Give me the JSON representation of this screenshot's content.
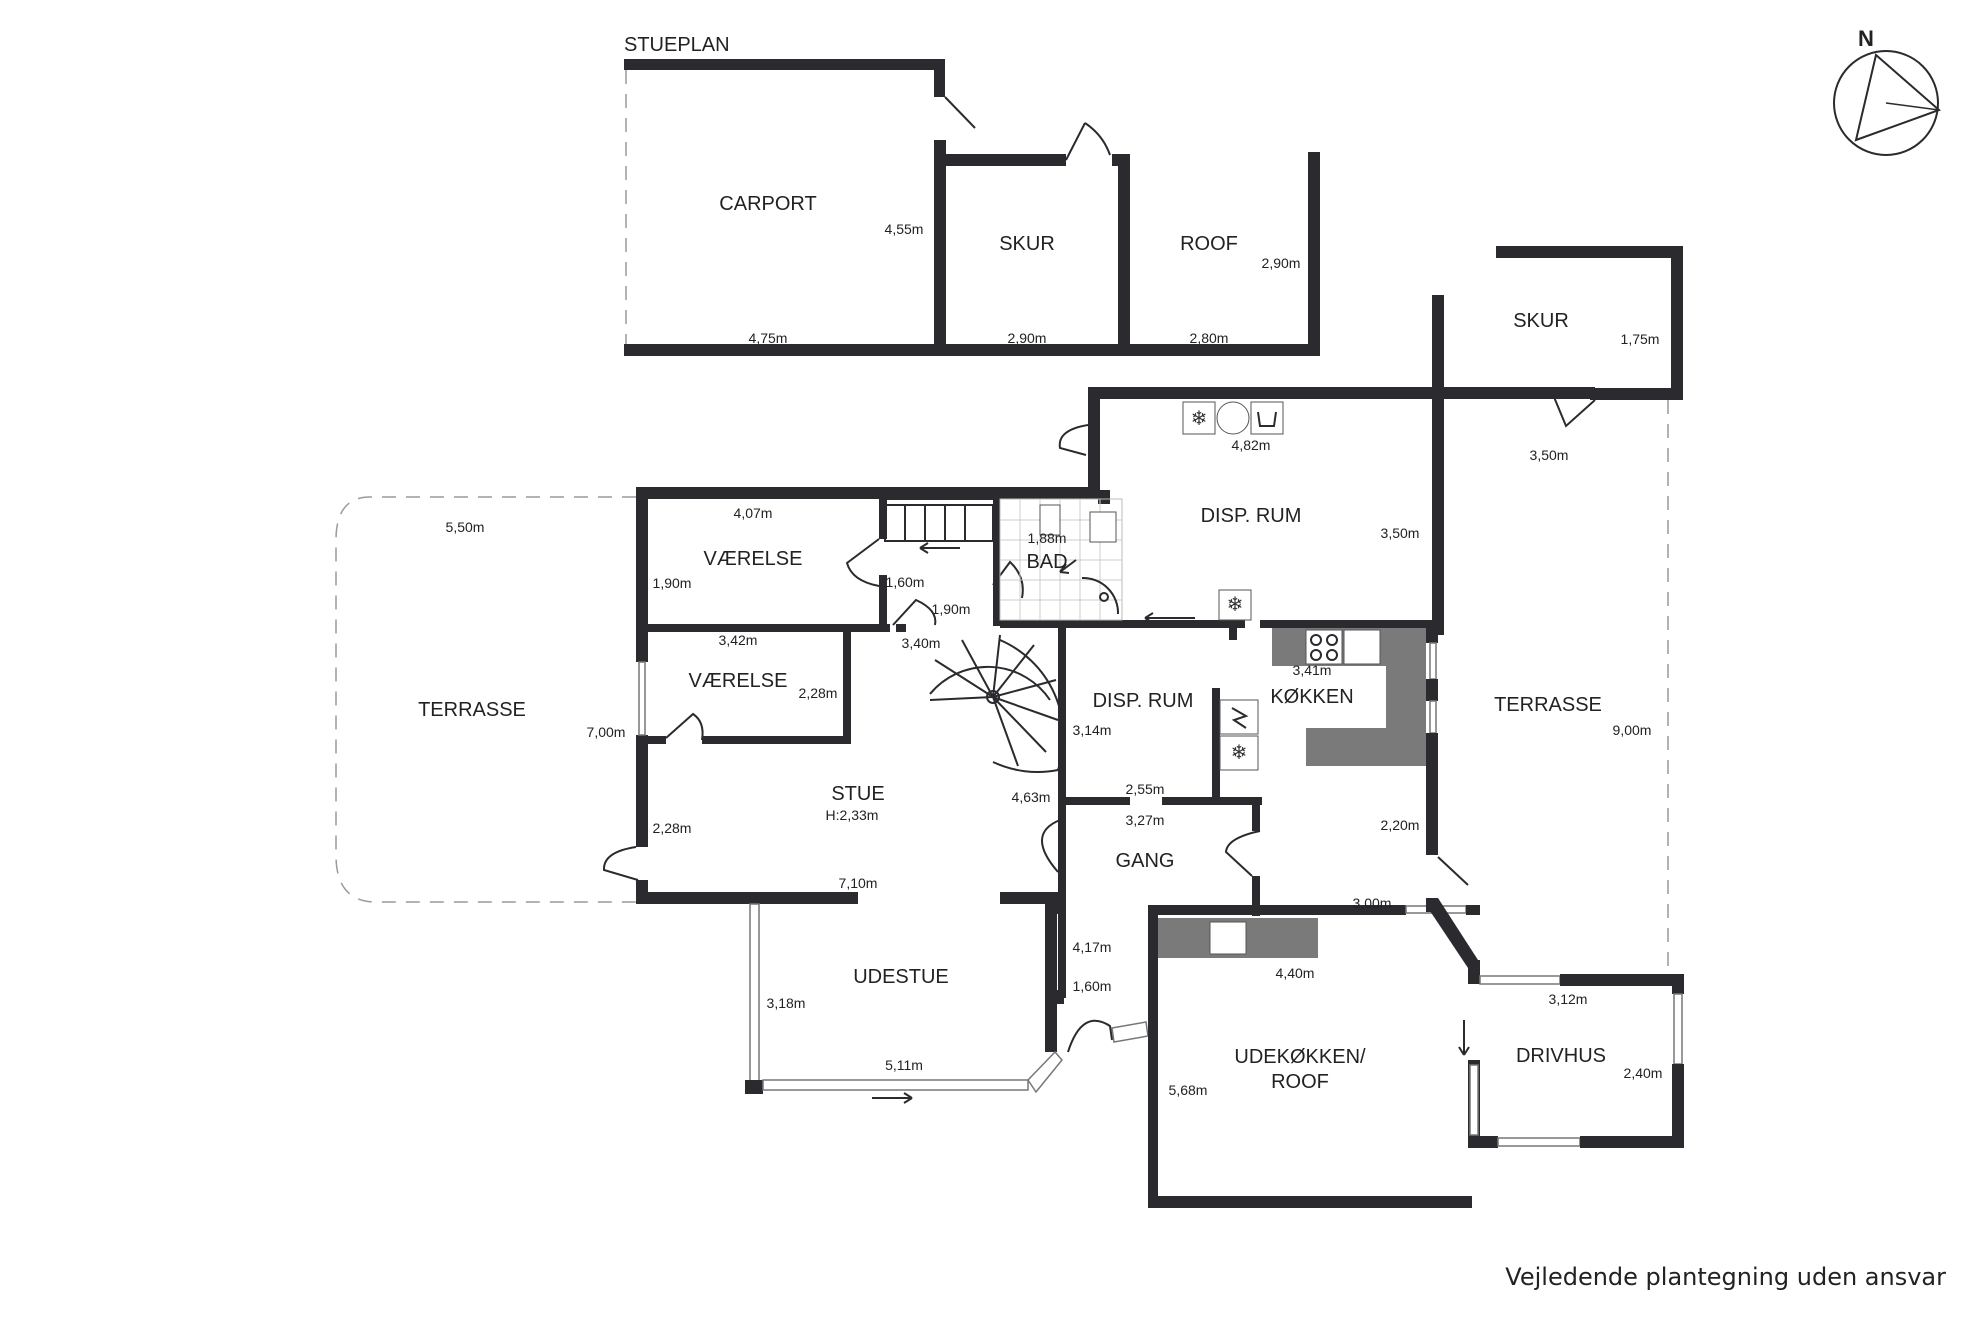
{
  "plan": {
    "title": "STUEPLAN",
    "compass_label": "N",
    "disclaimer": "Vejledende plantegning uden ansvar"
  },
  "rooms": {
    "carport": "CARPORT",
    "skur_top": "SKUR",
    "roof_top": "ROOF",
    "skur_right": "SKUR",
    "disp_rum_upper": "DISP. RUM",
    "vaerelse_1": "VÆRELSE",
    "vaerelse_2": "VÆRELSE",
    "bad": "BAD",
    "terrasse_left": "TERRASSE",
    "terrasse_right": "TERRASSE",
    "stue": "STUE",
    "stue_height": "H:2,33m",
    "disp_rum_lower": "DISP. RUM",
    "koekken": "KØKKEN",
    "gang": "GANG",
    "udestue": "UDESTUE",
    "udekoekken_line1": "UDEKØKKEN/",
    "udekoekken_line2": "ROOF",
    "drivhus": "DRIVHUS"
  },
  "dimensions": {
    "carport_height": "4,55m",
    "carport_width": "4,75m",
    "skur_top_width": "2,90m",
    "roof_top_width": "2,80m",
    "roof_top_height": "2,90m",
    "skur_right_height": "1,75m",
    "skur_right_width": "3,50m",
    "disp_upper_width": "4,82m",
    "disp_upper_height": "3,50m",
    "terrasse_left_width": "5,50m",
    "terrasse_left_height": "7,00m",
    "vaerelse1_width": "4,07m",
    "vaerelse1_height": "1,90m",
    "bad_width": "1,88m",
    "hall_small_width": "1,60m",
    "hall_small_height": "1,90m",
    "vaerelse2_width": "3,42m",
    "vaerelse2_height": "2,28m",
    "stair_width": "3,40m",
    "koekken_width": "3,41m",
    "disp_lower_height": "3,14m",
    "stue_left_height": "2,28m",
    "stue_right_height": "4,63m",
    "disp_lower_width": "2,55m",
    "gang_width": "3,27m",
    "koekken_height": "2,20m",
    "terrasse_right_height": "9,00m",
    "stue_width": "7,10m",
    "koekken_bottom_width": "3,00m",
    "gang_height": "4,17m",
    "gang_door": "1,60m",
    "udekoekken_width": "4,40m",
    "udekoekken_height": "5,68m",
    "udestue_height": "3,18m",
    "udestue_width": "5,11m",
    "drivhus_width": "3,12m",
    "drivhus_height": "2,40m"
  }
}
